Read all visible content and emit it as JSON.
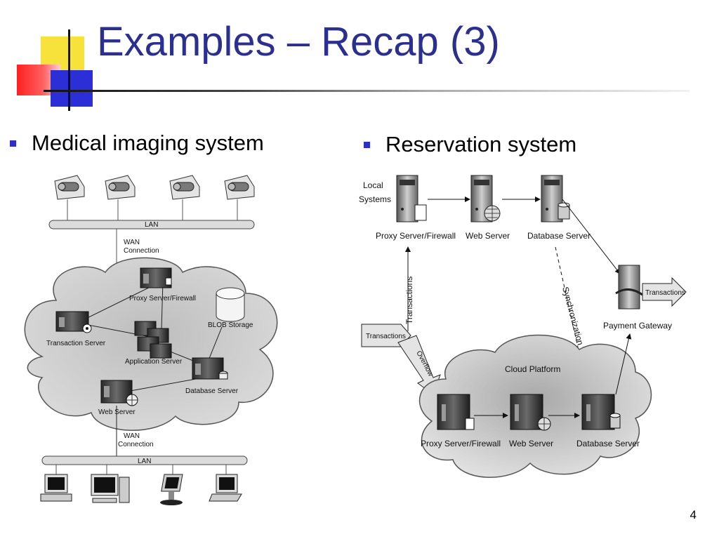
{
  "slide": {
    "title": "Examples – Recap (3)",
    "page_number": "4"
  },
  "bullets": {
    "left": "Medical imaging system",
    "right": "Reservation system"
  },
  "medical_diagram": {
    "lan_top": "LAN",
    "wan_top_1": "WAN",
    "wan_top_2": "Connection",
    "proxy": "Proxy Server/Firewall",
    "blob": "BLOB Storage",
    "transaction": "Transaction Server",
    "application": "Application Server",
    "database": "Database Server",
    "web": "Web Server",
    "wan_bottom_1": "WAN",
    "wan_bottom_2": "Connection",
    "lan_bottom": "LAN"
  },
  "reservation_diagram": {
    "local_1": "Local",
    "local_2": "Systems",
    "proxy_top": "Proxy Server/Firewall",
    "web_top": "Web Server",
    "db_top": "Database Server",
    "transactions_vertical": "Transactions",
    "synchronization": "Synchronization",
    "transactions_in": "Transactions",
    "transactions_out": "Transactions",
    "payment": "Payment Gateway",
    "overflow": "Overflow",
    "cloud": "Cloud Platform",
    "proxy_bottom": "Proxy Server/Firewall",
    "web_bottom": "Web Server",
    "db_bottom": "Database Server"
  }
}
